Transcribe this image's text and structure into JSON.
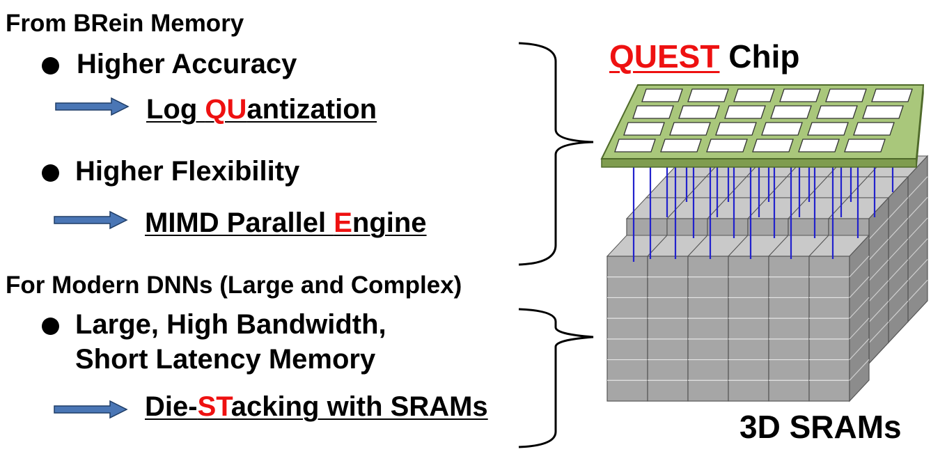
{
  "left": {
    "section1": {
      "title": "From BRein Memory"
    },
    "bullet1": {
      "text": "Higher Accuracy"
    },
    "link1": {
      "pre": "Log ",
      "hl": "QU",
      "post": "antization"
    },
    "bullet2": {
      "text": "Higher Flexibility"
    },
    "link2": {
      "pre": "MIMD Parallel ",
      "hl": "E",
      "post": "ngine"
    },
    "section2": {
      "title": "For Modern DNNs (Large and Complex)"
    },
    "bullet3": {
      "line1": "Large, High Bandwidth,",
      "line2": "Short Latency Memory"
    },
    "link3": {
      "pre": "Die-",
      "hl": "ST",
      "post": "acking with SRAMs"
    }
  },
  "right": {
    "chip_title": {
      "hl": "QUEST",
      "post": " Chip"
    },
    "sram_title": "3D SRAMs"
  },
  "colors": {
    "highlight": "#ee1111",
    "chip_green": "#a9c77b",
    "tsv_blue": "#2222cc",
    "arrow_blue": "#4a76b5",
    "sram_gray": "#a6a6a6"
  }
}
